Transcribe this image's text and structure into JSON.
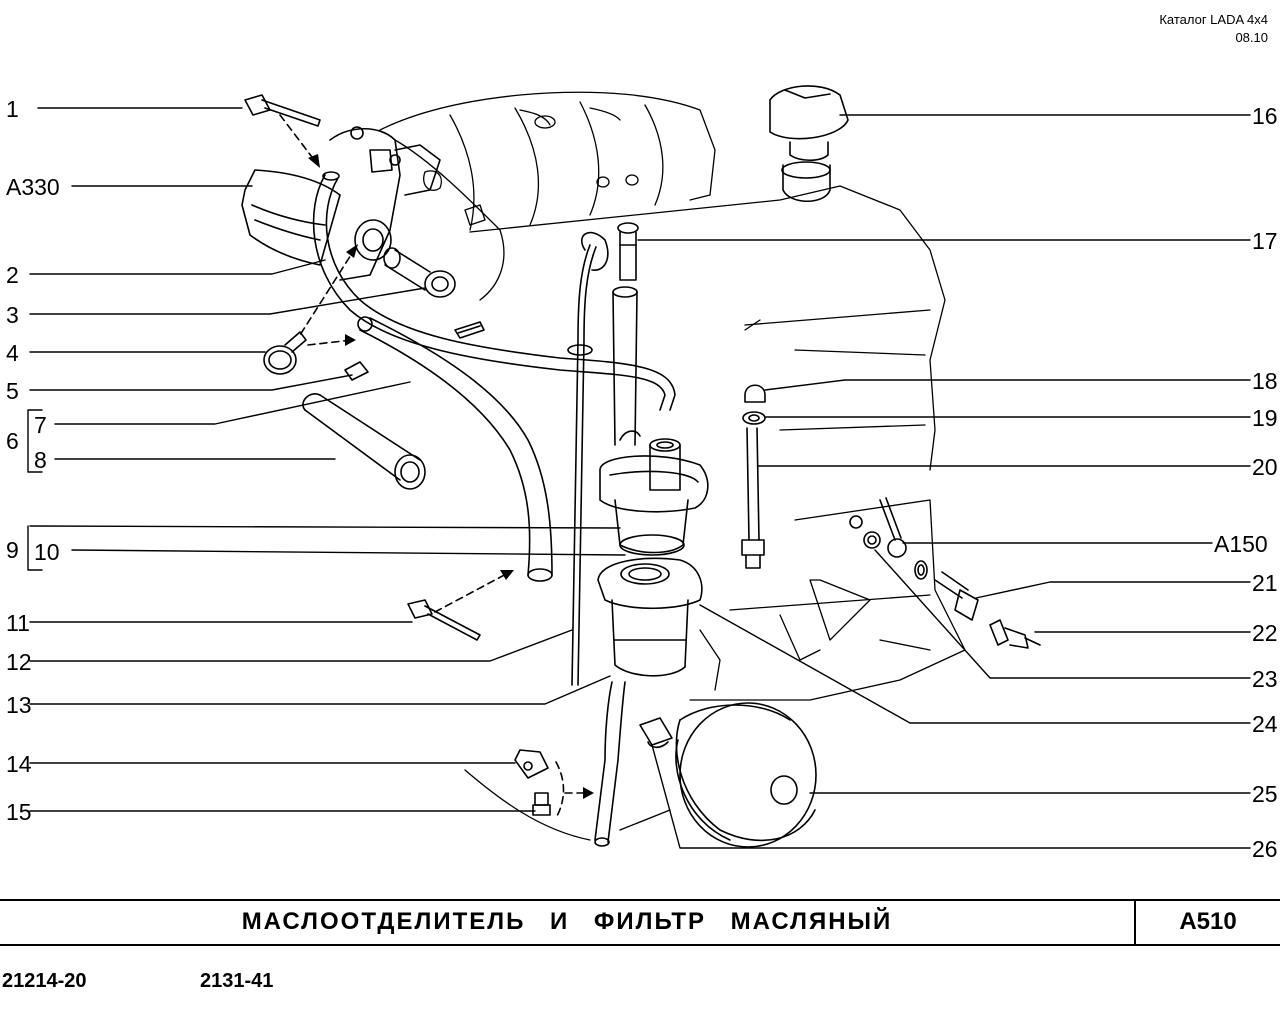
{
  "header": {
    "catalog": "Каталог  LADA  4x4",
    "date": "08.10"
  },
  "labels_left": [
    "1",
    "A330",
    "2",
    "3",
    "4",
    "5",
    "7",
    "6",
    "8",
    "9",
    "10",
    "11",
    "12",
    "13",
    "14",
    "15"
  ],
  "labels_right": [
    "16",
    "17",
    "18",
    "19",
    "20",
    "A150",
    "21",
    "22",
    "23",
    "24",
    "25",
    "26"
  ],
  "footer": {
    "title": "МАСЛООТДЕЛИТЕЛЬ  И  ФИЛЬТР  МАСЛЯНЫЙ",
    "code": "A510",
    "model_a": "21214-20",
    "model_b": "2131-41"
  }
}
